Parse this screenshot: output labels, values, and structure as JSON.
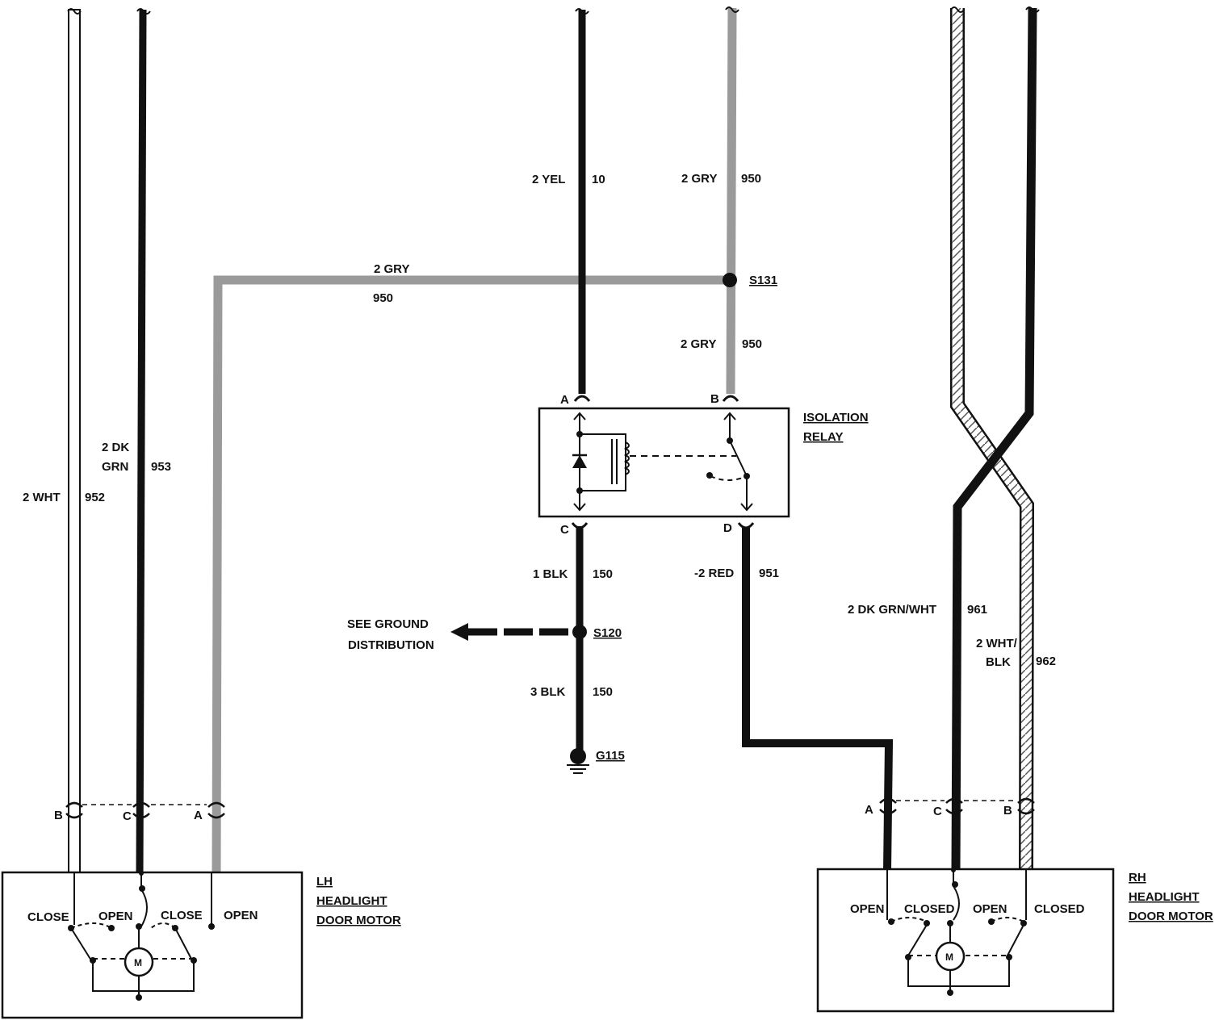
{
  "top_circuits": {
    "yel": {
      "gauge_color": "2 YEL",
      "circuit": "10"
    },
    "gry_top": {
      "gauge_color": "2 GRY",
      "circuit": "950"
    },
    "gry_mid": {
      "gauge_color": "2 GRY",
      "circuit": "950"
    },
    "gry_branch": {
      "gauge_color": "2 GRY",
      "circuit": "950"
    }
  },
  "splices": {
    "s131": "S131",
    "s120": "S120",
    "g115": "G115"
  },
  "relay": {
    "title_line1": "ISOLATION",
    "title_line2": "RELAY",
    "pins": {
      "a": "A",
      "b": "B",
      "c": "C",
      "d": "D"
    }
  },
  "ground_circuits": {
    "upper": {
      "gauge_color": "1 BLK",
      "circuit": "150"
    },
    "lower": {
      "gauge_color": "3 BLK",
      "circuit": "150"
    },
    "ref_line1": "SEE GROUND",
    "ref_line2": "DISTRIBUTION"
  },
  "red_circuit": {
    "gauge_color": "-2 RED",
    "circuit": "951"
  },
  "lh_side": {
    "wht": {
      "gauge_color": "2 WHT",
      "circuit": "952"
    },
    "dkgrn_line1": "2 DK",
    "dkgrn_line2": "GRN",
    "dkgrn_circuit": "953",
    "pins": {
      "b": "B",
      "c": "C",
      "a": "A"
    },
    "motor_line1": "LH",
    "motor_line2": "HEADLIGHT",
    "motor_line3": "DOOR MOTOR",
    "sw_close_left": "CLOSE",
    "sw_open_left": "OPEN",
    "sw_close_right": "CLOSE",
    "sw_open_right": "OPEN",
    "motor_symbol": "M"
  },
  "rh_side": {
    "dkgrnwht": {
      "gauge_color": "2 DK GRN/WHT",
      "circuit": "961"
    },
    "whtblk_line1": "2 WHT/",
    "whtblk_line2": "BLK",
    "whtblk_circuit": "962",
    "pins": {
      "a": "A",
      "c": "C",
      "b": "B"
    },
    "motor_line1": "RH",
    "motor_line2": "HEADLIGHT",
    "motor_line3": "DOOR MOTOR",
    "sw_open_left": "OPEN",
    "sw_closed_left": "CLOSED",
    "sw_open_right": "OPEN",
    "sw_closed_right": "CLOSED",
    "motor_symbol": "M"
  },
  "colors": {
    "wire_black": "#111111",
    "wire_gray": "#9a9a9a",
    "background": "#ffffff"
  }
}
